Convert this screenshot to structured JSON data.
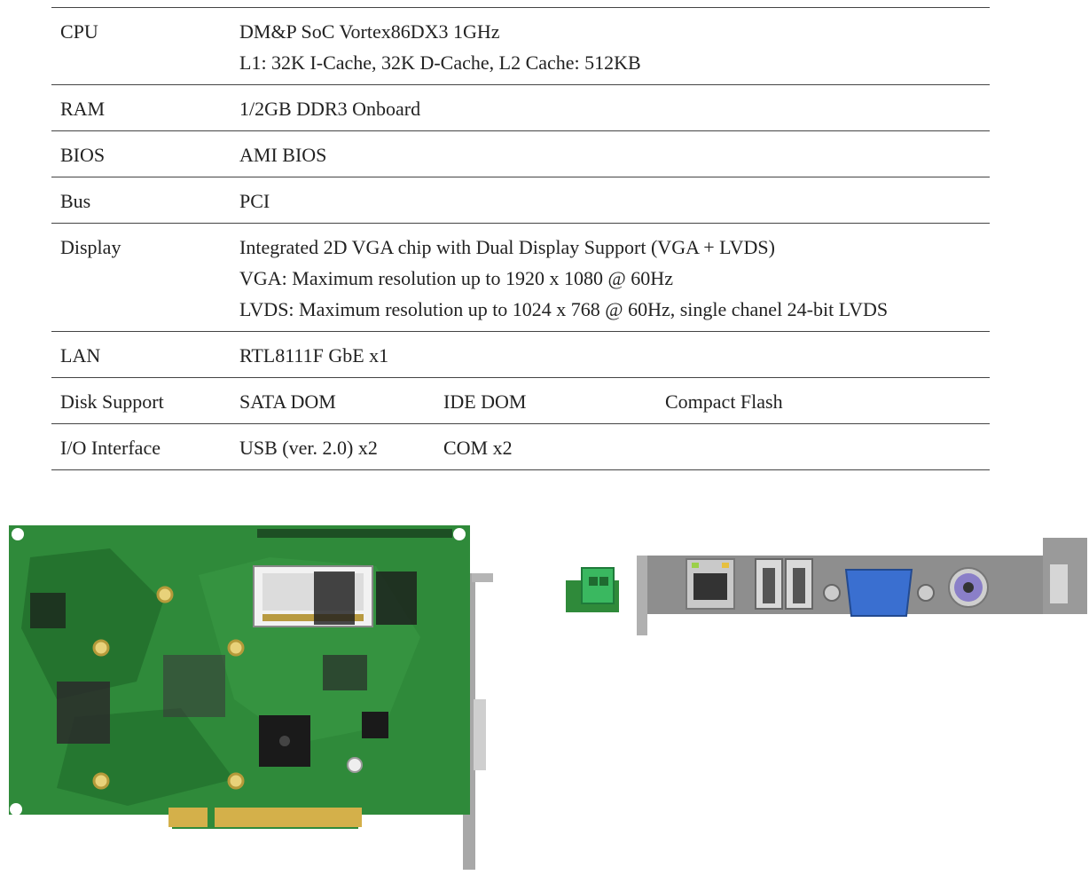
{
  "specs": {
    "cpu": {
      "label": "CPU",
      "lines": [
        "DM&P SoC Vortex86DX3 1GHz",
        "L1: 32K I-Cache, 32K D-Cache, L2 Cache: 512KB"
      ]
    },
    "ram": {
      "label": "RAM",
      "value": "1/2GB DDR3 Onboard"
    },
    "bios": {
      "label": "BIOS",
      "value": "AMI BIOS"
    },
    "bus": {
      "label": "Bus",
      "value": "PCI"
    },
    "display": {
      "label": "Display",
      "lines": [
        "Integrated 2D VGA chip with Dual Display Support (VGA + LVDS)",
        "VGA: Maximum resolution up to 1920 x 1080 @ 60Hz",
        "LVDS: Maximum resolution up to 1024 x 768 @ 60Hz, single chanel 24-bit LVDS"
      ]
    },
    "lan": {
      "label": "LAN",
      "value": "RTL8111F GbE x1"
    },
    "disk": {
      "label": "Disk Support",
      "items": [
        "SATA DOM",
        "IDE DOM",
        "Compact Flash"
      ]
    },
    "io": {
      "label": "I/O Interface",
      "items": [
        "USB (ver. 2.0) x2",
        "COM x2"
      ]
    }
  },
  "colors": {
    "pcb": "#2f8a3a",
    "pcb_dark": "#1f6a2a",
    "bracket": "#9a9a9a",
    "vga_port": "#3a6fd0",
    "ps2_port": "#8a7fc8"
  }
}
